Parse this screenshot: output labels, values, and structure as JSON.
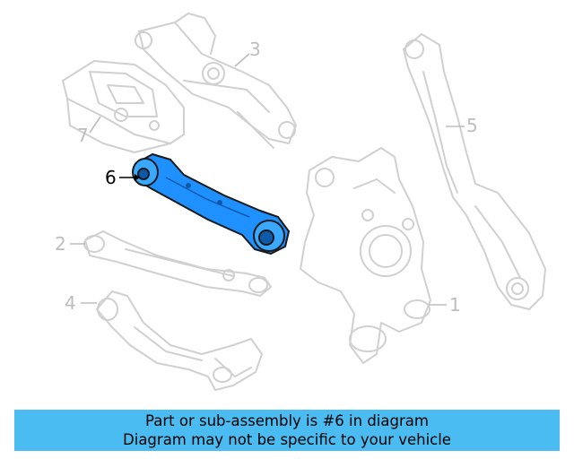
{
  "callouts": {
    "part_1": "1",
    "part_2": "2",
    "part_3": "3",
    "part_4": "4",
    "part_5": "5",
    "part_6": "6",
    "part_7": "7"
  },
  "highlight_color": "#1e90ff",
  "ghost_color": "#d0d0d0",
  "banner": {
    "color": "#4bbcf1",
    "line1": "Part or sub-assembly is #6 in diagram",
    "line2": "Diagram may not be specific to your vehicle"
  }
}
